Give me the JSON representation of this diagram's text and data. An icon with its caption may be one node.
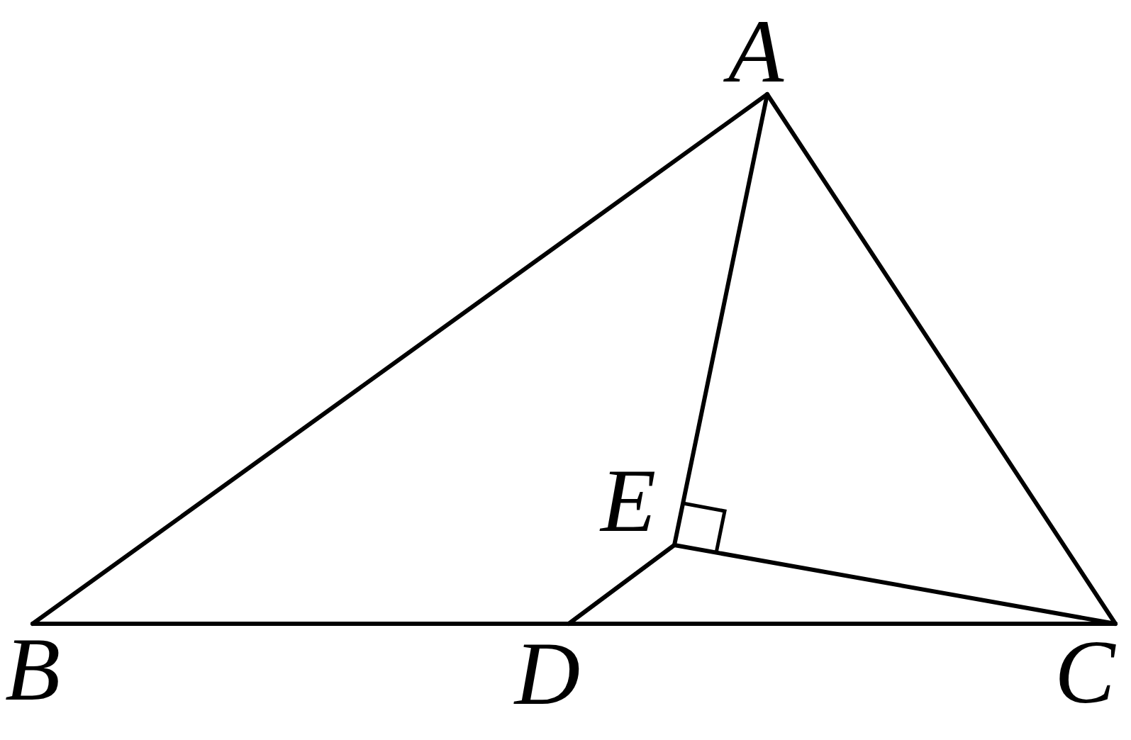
{
  "diagram": {
    "nodes": [
      {
        "text": [
          "A"
        ]
      },
      {
        "text": [
          "B"
        ]
      },
      {
        "text": [
          "C"
        ]
      },
      {
        "text": [
          "D"
        ]
      },
      {
        "text": [
          "E"
        ]
      }
    ],
    "edges": [
      {
        "from": 0,
        "to": 1,
        "arrow": "none"
      },
      {
        "from": 0,
        "to": 2,
        "arrow": "none"
      },
      {
        "from": 1,
        "to": 3,
        "arrow": "none"
      },
      {
        "from": 3,
        "to": 2,
        "arrow": "none"
      },
      {
        "from": 0,
        "to": 4,
        "arrow": "none"
      },
      {
        "from": 4,
        "to": 2,
        "arrow": "none"
      },
      {
        "from": 4,
        "to": 3,
        "arrow": "none"
      }
    ]
  }
}
